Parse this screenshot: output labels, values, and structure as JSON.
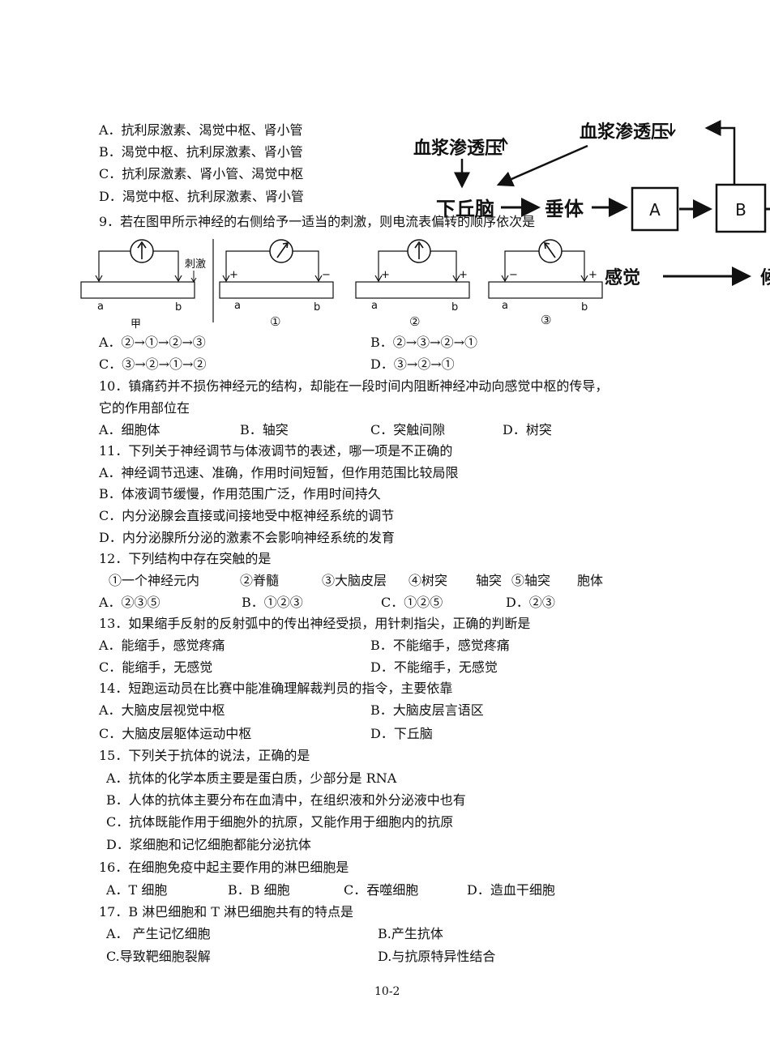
{
  "q8": {
    "options": [
      "A．抗利尿激素、渴觉中枢、肾小管",
      "B．渴觉中枢、抗利尿激素、肾小管",
      "C．抗利尿激素、肾小管、渴觉中枢",
      "D．渴觉中枢、抗利尿激素、肾小管"
    ],
    "flow": {
      "plasma_up": "血浆渗透压",
      "plasma_down": "血浆渗透压",
      "hypothalamus": "下丘脑",
      "pituitary": "垂体",
      "box_a": "A",
      "box_b": "B",
      "sensation": "感觉",
      "cut_right": "候"
    }
  },
  "q9": {
    "stem": "9．若在图甲所示神经的右侧给予一适当的刺激，则电流表偏转的顺序依次是",
    "diagram_labels": {
      "point_a": "a",
      "point_b": "b",
      "stimulus": "刺激",
      "plus": "+",
      "minus": "−",
      "jia": "甲",
      "one": "①",
      "two": "②",
      "three": "③"
    },
    "options": [
      "A．②→①→②→③",
      "B．②→③→②→①",
      "C．③→②→①→②",
      "D．③→②→①"
    ]
  },
  "q10": {
    "stem1": "10．镇痛药并不损伤神经元的结构，却能在一段时间内阻断神经冲动向感觉中枢的传导，",
    "stem2": "它的作用部位在",
    "options": [
      "A．细胞体",
      "B．轴突",
      "C．突触间隙",
      "D．树突"
    ]
  },
  "q11": {
    "stem": "11．下列关于神经调节与体液调节的表述，哪一项是不正确的",
    "options": [
      "A．神经调节迅速、准确，作用时间短暂，但作用范围比较局限",
      "B．体液调节缓慢，作用范围广泛，作用时间持久",
      "C．内分泌腺会直接或间接地受中枢神经系统的调节",
      "D．内分泌腺所分泌的激素不会影响神经系统的发育"
    ]
  },
  "q12": {
    "stem": "12．下列结构中存在突触的是",
    "items": [
      "①一个神经元内",
      "②脊髓",
      "③大脑皮层",
      "④树突",
      "轴突",
      "⑤轴突",
      "胞体"
    ],
    "options": [
      "A．②③⑤",
      "B．①②③",
      "C．①②⑤",
      "D．②③"
    ]
  },
  "q13": {
    "stem": "13．如果缩手反射的反射弧中的传出神经受损，用针刺指尖，正确的判断是",
    "options": [
      "A．能缩手，感觉疼痛",
      "B．不能缩手，感觉疼痛",
      "C．能缩手，无感觉",
      "D．不能缩手，无感觉"
    ]
  },
  "q14": {
    "stem": "14．短跑运动员在比赛中能准确理解裁判员的指令，主要依靠",
    "options": [
      "A．大脑皮层视觉中枢",
      "B．大脑皮层言语区",
      "C．大脑皮层躯体运动中枢",
      "D．下丘脑"
    ]
  },
  "q15": {
    "stem": "15．下列关于抗体的说法，正确的是",
    "options": [
      "A．抗体的化学本质主要是蛋白质，少部分是 RNA",
      "B．人体的抗体主要分布在血清中，在组织液和外分泌液中也有",
      "C．抗体既能作用于细胞外的抗原，又能作用于细胞内的抗原",
      "D．浆细胞和记忆细胞都能分泌抗体"
    ]
  },
  "q16": {
    "stem": "16．在细胞免疫中起主要作用的淋巴细胞是",
    "options": [
      "A．T 细胞",
      "B．B 细胞",
      "C．吞噬细胞",
      "D．造血干细胞"
    ]
  },
  "q17": {
    "stem": "17．B 淋巴细胞和 T 淋巴细胞共有的特点是",
    "options": [
      "A． 产生记忆细胞",
      "B.产生抗体",
      "C.导致靶细胞裂解",
      "D.与抗原特异性结合"
    ]
  },
  "footer": {
    "page": "10-2"
  }
}
